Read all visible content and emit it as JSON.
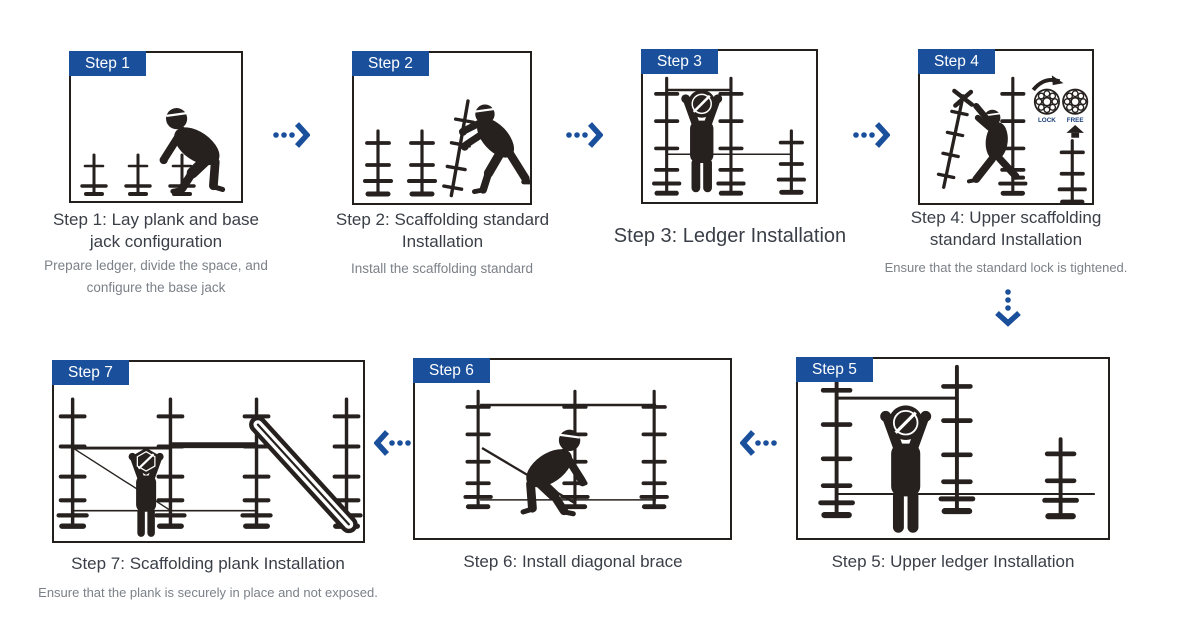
{
  "colors": {
    "accent_blue": "#1a4f9c",
    "ink": "#26211e",
    "caption_dark": "#3a3f47",
    "caption_muted": "#7b8188"
  },
  "steps": [
    {
      "badge": "Step 1",
      "caption": "Step 1: Lay plank and base jack configuration",
      "subcaption": "Prepare ledger, divide the space, and configure the base jack"
    },
    {
      "badge": "Step 2",
      "caption": "Step 2: Scaffolding standard Installation",
      "subcaption": "Install the scaffolding standard"
    },
    {
      "badge": "Step 3",
      "caption": "Step 3: Ledger Installation",
      "subcaption": ""
    },
    {
      "badge": "Step 4",
      "caption": "Step 4: Upper scaffolding standard Installation",
      "subcaption": "Ensure that the standard lock is tightened."
    },
    {
      "badge": "Step 5",
      "caption": "Step 5: Upper ledger Installation",
      "subcaption": ""
    },
    {
      "badge": "Step 6",
      "caption": "Step 6: Install diagonal brace",
      "subcaption": ""
    },
    {
      "badge": "Step 7",
      "caption": "Step 7: Scaffolding plank Installation",
      "subcaption": "Ensure that the plank is securely in place and not exposed."
    }
  ],
  "step4_inset": {
    "lock_label": "LOCK",
    "free_label": "FREE"
  }
}
